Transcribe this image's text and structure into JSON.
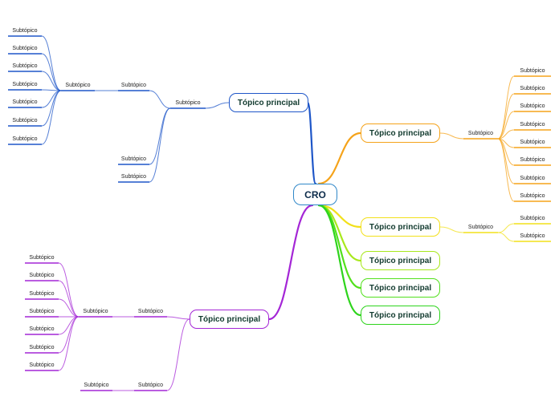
{
  "root": {
    "label": "CRO",
    "color": "#2f87c8"
  },
  "main_topics": [
    {
      "id": "t-blue",
      "label": "Tópico principal",
      "color": "#1e56c8"
    },
    {
      "id": "t-orange",
      "label": "Tópico principal",
      "color": "#f5a31a"
    },
    {
      "id": "t-yellow",
      "label": "Tópico principal",
      "color": "#f2e01a"
    },
    {
      "id": "t-lime",
      "label": "Tópico principal",
      "color": "#a8e81c"
    },
    {
      "id": "t-green1",
      "label": "Tópico principal",
      "color": "#52e01c"
    },
    {
      "id": "t-green2",
      "label": "Tópico principal",
      "color": "#2ed41c"
    },
    {
      "id": "t-purple",
      "label": "Tópico principal",
      "color": "#a426d6"
    }
  ],
  "subtopic_label": "Subtópico"
}
